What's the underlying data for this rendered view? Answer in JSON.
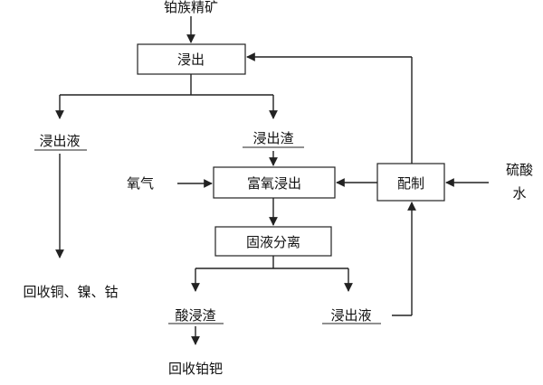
{
  "nodes": {
    "feed": "铂族精矿",
    "leach_box": "浸出",
    "leachate_left": "浸出液",
    "leach_residue": "浸出渣",
    "oxygen": "氧气",
    "oxy_leach_box": "富氧浸出",
    "prep_box": "配制",
    "acid_label_line1": "硫酸",
    "acid_label_line2": "水",
    "sl_sep_box": "固液分离",
    "recover_cu_ni_co": "回收铜、镍、钴",
    "acid_residue": "酸浸渣",
    "leachate_right": "浸出液",
    "recover_pt_pd": "回收铂钯"
  }
}
